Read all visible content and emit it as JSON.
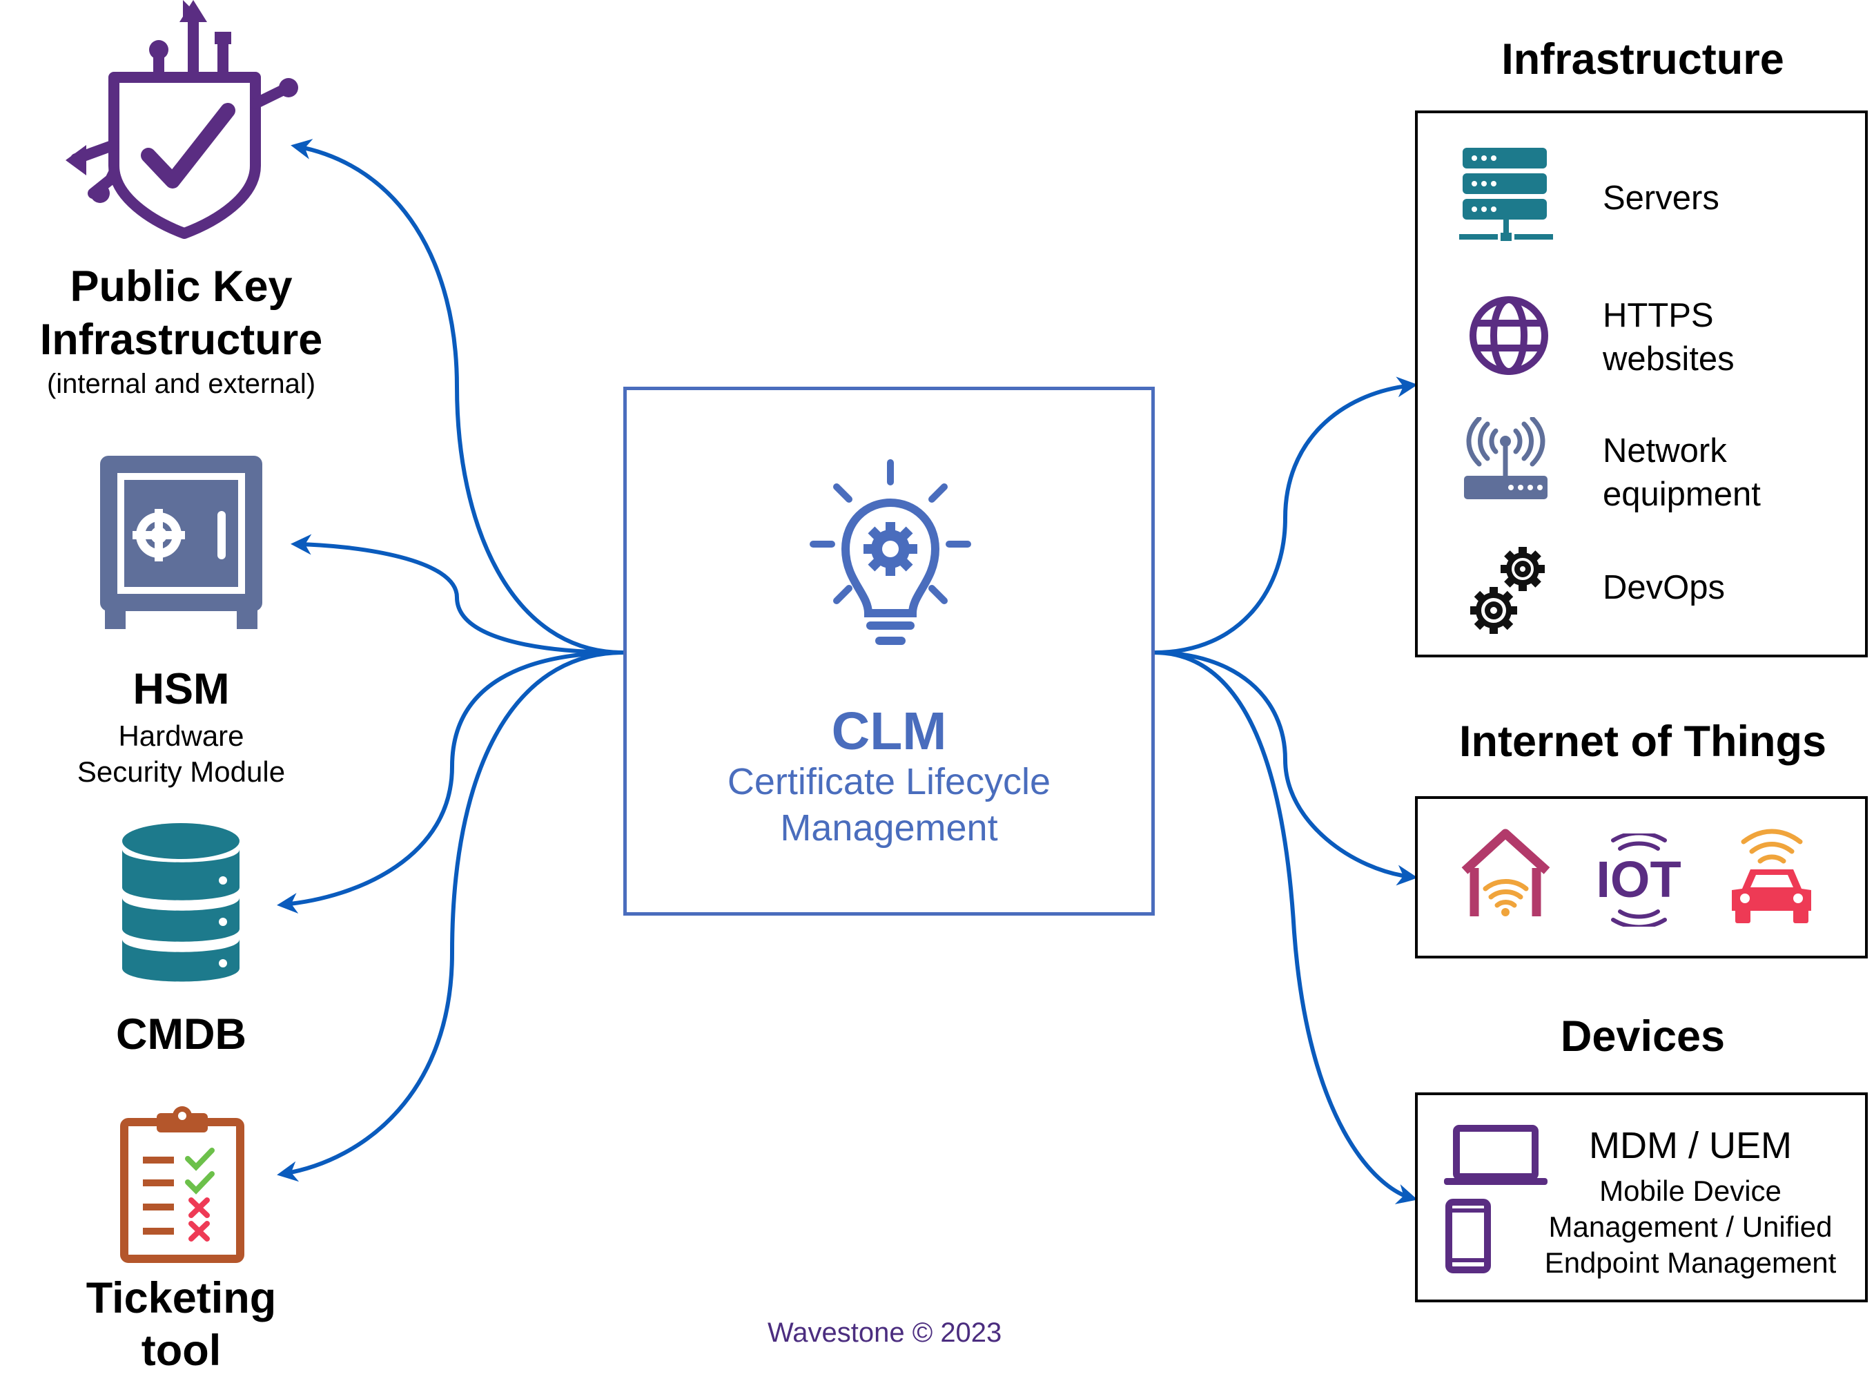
{
  "left": {
    "pki": {
      "title_line1": "Public Key",
      "title_line2": "Infrastructure",
      "subtitle": "(internal and external)",
      "icon": "shield-check-icon"
    },
    "hsm": {
      "title": "HSM",
      "subtitle_line1": "Hardware",
      "subtitle_line2": "Security Module",
      "icon": "safe-icon"
    },
    "cmdb": {
      "title": "CMDB",
      "icon": "database-icon"
    },
    "ticketing": {
      "title_line1": "Ticketing",
      "title_line2": "tool",
      "icon": "clipboard-checklist-icon"
    }
  },
  "center": {
    "title": "CLM",
    "subtitle_line1": "Certificate Lifecycle",
    "subtitle_line2": "Management",
    "icon": "lightbulb-gear-icon"
  },
  "right": {
    "infrastructure": {
      "header": "Infrastructure",
      "items": [
        {
          "label_line1": "Servers",
          "label_line2": "",
          "icon": "server-rack-icon"
        },
        {
          "label_line1": "HTTPS",
          "label_line2": "websites",
          "icon": "globe-icon"
        },
        {
          "label_line1": "Network",
          "label_line2": "equipment",
          "icon": "router-icon"
        },
        {
          "label_line1": "DevOps",
          "label_line2": "",
          "icon": "gears-icon"
        }
      ]
    },
    "iot": {
      "header": "Internet of Things",
      "iot_text": "IOT",
      "icons": [
        "smart-home-icon",
        "iot-icon",
        "connected-car-icon"
      ]
    },
    "devices": {
      "header": "Devices",
      "title": "MDM / UEM",
      "subtitle_line1": "Mobile Device",
      "subtitle_line2": "Management / Unified",
      "subtitle_line3": "Endpoint Management",
      "icons": [
        "laptop-icon",
        "smartphone-icon"
      ]
    }
  },
  "footer": {
    "copyright": "Wavestone © 2023"
  },
  "colors": {
    "arrow": "#0a5bbd",
    "clm": "#4a6dbd",
    "purple": "#5a2d82",
    "teal": "#1d7a8c",
    "safe": "#5f6f9a",
    "clipboard": "#b4562b",
    "home": "#b23a6a",
    "car": "#ee3a55",
    "wifi": "#f0a43b"
  }
}
